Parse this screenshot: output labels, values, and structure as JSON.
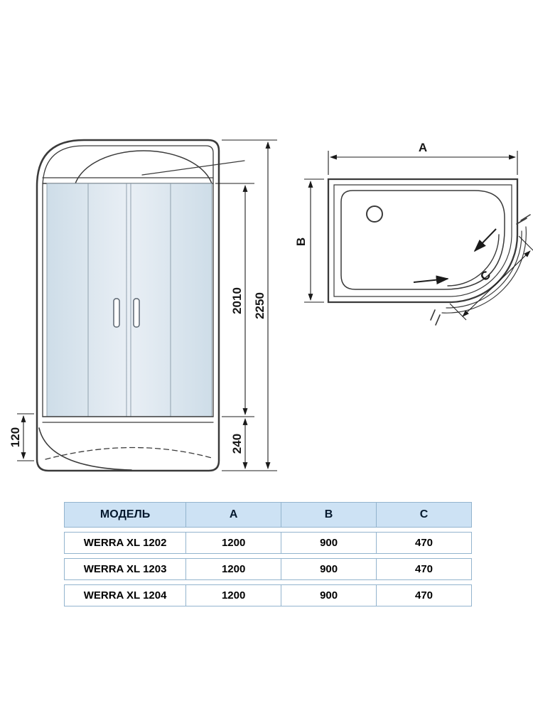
{
  "front_view": {
    "door_height": "2010",
    "total_height": "2250",
    "base_height_right": "240",
    "base_height_left": "120"
  },
  "top_view": {
    "width_label": "A",
    "depth_label": "B",
    "corner_label": "C"
  },
  "table": {
    "headers": {
      "model": "МОДЕЛЬ",
      "a": "A",
      "b": "B",
      "c": "C"
    },
    "rows": [
      {
        "model": "WERRA XL 1202",
        "a": "1200",
        "b": "900",
        "c": "470"
      },
      {
        "model": "WERRA XL 1203",
        "a": "1200",
        "b": "900",
        "c": "470"
      },
      {
        "model": "WERRA XL 1204",
        "a": "1200",
        "b": "900",
        "c": "470"
      }
    ]
  },
  "colors": {
    "line": "#3a3a3a",
    "glass": "#dbe5ee",
    "table_header_bg": "#cde2f4",
    "table_border": "#93b4ce"
  }
}
